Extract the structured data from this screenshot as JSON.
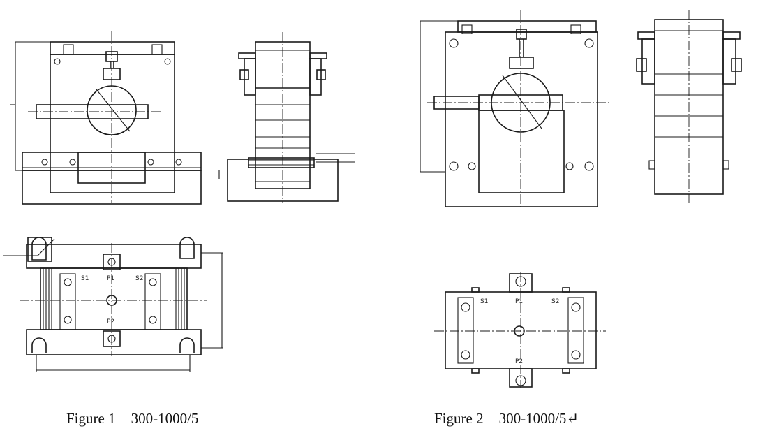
{
  "figures": [
    {
      "label": "Figure 1",
      "rating": "300-1000/5"
    },
    {
      "label": "Figure 2",
      "rating": "300-1000/5↵"
    }
  ],
  "terminals": {
    "s1": "S1",
    "s2": "S2",
    "p1": "P1",
    "p2": "P2"
  }
}
